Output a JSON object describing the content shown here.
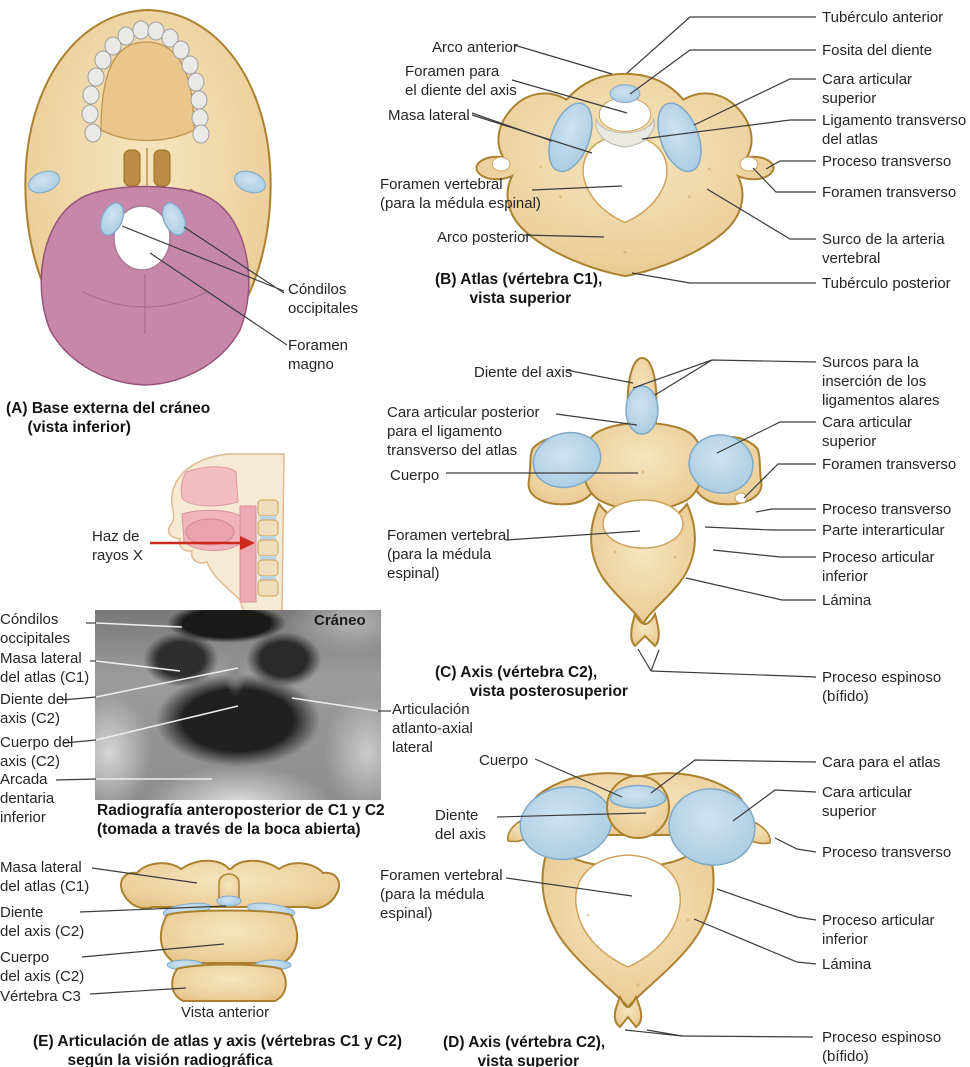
{
  "colors": {
    "bone": "#edd2a0",
    "bone_outline": "#a9812f",
    "cartilage": "#aed0e6",
    "cartilage_outline": "#7fa9c6",
    "occipital": "#c787a9",
    "occipital_outline": "#96537b",
    "leader_line": "#3c3c3c",
    "xray_leader_line": "#eeeeee",
    "beam_arrow_red": "#cc2a20"
  },
  "panel_a": {
    "labels": {
      "condilos_occipitales": "Cóndilos\noccipitales",
      "foramen_magno": "Foramen\nmagno"
    },
    "caption": "(A) Base externa del cráneo\n     (vista inferior)"
  },
  "panel_b": {
    "caption": "(B) Atlas (vértebra C1),\n        vista superior",
    "labels_left": {
      "arco_anterior": "Arco anterior",
      "foramen_para_el_diente": "Foramen para\nel diente del axis",
      "masa_lateral": "Masa lateral",
      "foramen_vertebral": "Foramen vertebral\n(para la médula espinal)",
      "arco_posterior": "Arco posterior"
    },
    "labels_right": {
      "tuberculo_anterior": "Tubérculo anterior",
      "fosita_del_diente": "Fosita del diente",
      "cara_articular_superior": "Cara articular\nsuperior",
      "ligamento_transverso": "Ligamento transverso\ndel atlas",
      "proceso_transverso": "Proceso transverso",
      "foramen_transverso": "Foramen transverso",
      "surco_arteria_vertebral": "Surco de la arteria\nvertebral",
      "tuberculo_posterior": "Tubérculo posterior"
    }
  },
  "panel_c": {
    "caption": "(C) Axis (vértebra C2),\n        vista posterosuperior",
    "labels_left": {
      "diente_del_axis": "Diente del axis",
      "cara_articular_posterior": "Cara articular posterior\npara el ligamento\ntransverso del atlas",
      "cuerpo": "Cuerpo",
      "foramen_vertebral": "Foramen vertebral\n(para la médula\nespinal)"
    },
    "labels_right": {
      "surcos_ligamentos_alares": "Surcos para la\ninserción de los\nligamentos alares",
      "cara_articular_superior": "Cara articular\nsuperior",
      "foramen_transverso": "Foramen transverso",
      "proceso_transverso": "Proceso transverso",
      "parte_interarticular": "Parte interarticular",
      "proceso_articular_inferior": "Proceso articular\ninferior",
      "lamina": "Lámina",
      "proceso_espinoso": "Proceso espinoso\n(bífido)"
    }
  },
  "panel_d": {
    "caption": "(D) Axis (vértebra C2),\n        vista superior",
    "labels_left": {
      "cuerpo": "Cuerpo",
      "diente_del_axis": "Diente\ndel axis",
      "foramen_vertebral": "Foramen vertebral\n(para la médula\nespinal)"
    },
    "labels_right": {
      "cara_para_el_atlas": "Cara para el atlas",
      "cara_articular_superior": "Cara articular\nsuperior",
      "proceso_transverso": "Proceso transverso",
      "proceso_articular_inferior": "Proceso articular\ninferior",
      "lamina": "Lámina",
      "proceso_espinoso": "Proceso espinoso\n(bífido)"
    }
  },
  "xray": {
    "beam_label": "Haz de\nrayos X",
    "craneo_label": "Cráneo",
    "labels_left": {
      "condilos_occipitales": "Cóndilos\noccipitales",
      "masa_lateral": "Masa lateral\ndel atlas (C1)",
      "diente_del_axis": "Diente del\naxis (C2)",
      "cuerpo_del_axis": "Cuerpo del\naxis (C2)",
      "arcada_dentaria": "Arcada\ndentaria\ninferior"
    },
    "labels_right": {
      "articulacion_atlanto_axial": "Articulación\natlanto-axial\nlateral"
    },
    "caption": "Radiografía anteroposterior de C1 y C2\n(tomada a través de la boca abierta)"
  },
  "panel_e": {
    "labels_left": {
      "masa_lateral": "Masa lateral\ndel atlas (C1)",
      "diente_del_axis": "Diente\ndel axis (C2)",
      "cuerpo_del_axis": "Cuerpo\ndel axis (C2)",
      "vertebra_c3": "Vértebra C3"
    },
    "vista_anterior": "Vista anterior",
    "caption": "(E) Articulación de atlas y axis (vértebras C1 y C2)\n        según la visión radiográfica"
  }
}
